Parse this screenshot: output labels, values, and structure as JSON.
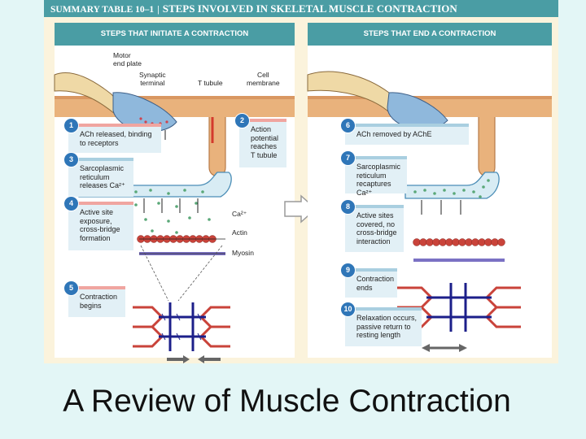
{
  "summary_bar": {
    "label": "SUMMARY TABLE 10–1",
    "separator": "|",
    "title": "STEPS INVOLVED IN SKELETAL MUSCLE CONTRACTION"
  },
  "colors": {
    "teal": "#4a9da4",
    "cream": "#fbf3dc",
    "step_blue": "#2f76b8",
    "step_box": "#e2f0f6",
    "step_bar_pink": "#f0a5a0",
    "step_bar_blue": "#a9cfe0",
    "actin_red": "#c9433a",
    "myosin_navy": "#1c1f8a",
    "calcium_green": "#5aa878"
  },
  "left_panel": {
    "header": "STEPS THAT INITIATE A CONTRACTION",
    "labels": {
      "motor_end_plate": [
        "Motor",
        "end plate"
      ],
      "synaptic_terminal": [
        "Synaptic",
        "terminal"
      ],
      "t_tubule": "T tubule",
      "cell_membrane": [
        "Cell",
        "membrane"
      ],
      "calcium": "Ca²⁺",
      "actin": "Actin",
      "myosin": "Myosin"
    },
    "steps": [
      {
        "number": "1",
        "lines": [
          "ACh released, binding",
          "to receptors"
        ]
      },
      {
        "number": "2",
        "lines": [
          "Action",
          "potential",
          "reaches",
          "T tubule"
        ]
      },
      {
        "number": "3",
        "lines": [
          "Sarcoplasmic",
          "reticulum",
          "releases Ca²⁺"
        ]
      },
      {
        "number": "4",
        "lines": [
          "Active site",
          "exposure,",
          "cross-bridge",
          "formation"
        ]
      },
      {
        "number": "5",
        "lines": [
          "Contraction",
          "begins"
        ]
      }
    ]
  },
  "right_panel": {
    "header": "STEPS THAT END A CONTRACTION",
    "steps": [
      {
        "number": "6",
        "lines": [
          "ACh removed by AChE"
        ]
      },
      {
        "number": "7",
        "lines": [
          "Sarcoplasmic",
          "reticulum",
          "recaptures Ca²⁺"
        ]
      },
      {
        "number": "8",
        "lines": [
          "Active sites",
          "covered, no",
          "cross-bridge",
          "interaction"
        ]
      },
      {
        "number": "9",
        "lines": [
          "Contraction",
          "ends"
        ]
      },
      {
        "number": "10",
        "lines": [
          "Relaxation occurs,",
          "passive return to",
          "resting length"
        ]
      }
    ]
  },
  "slide_title": "A Review of Muscle Contraction"
}
